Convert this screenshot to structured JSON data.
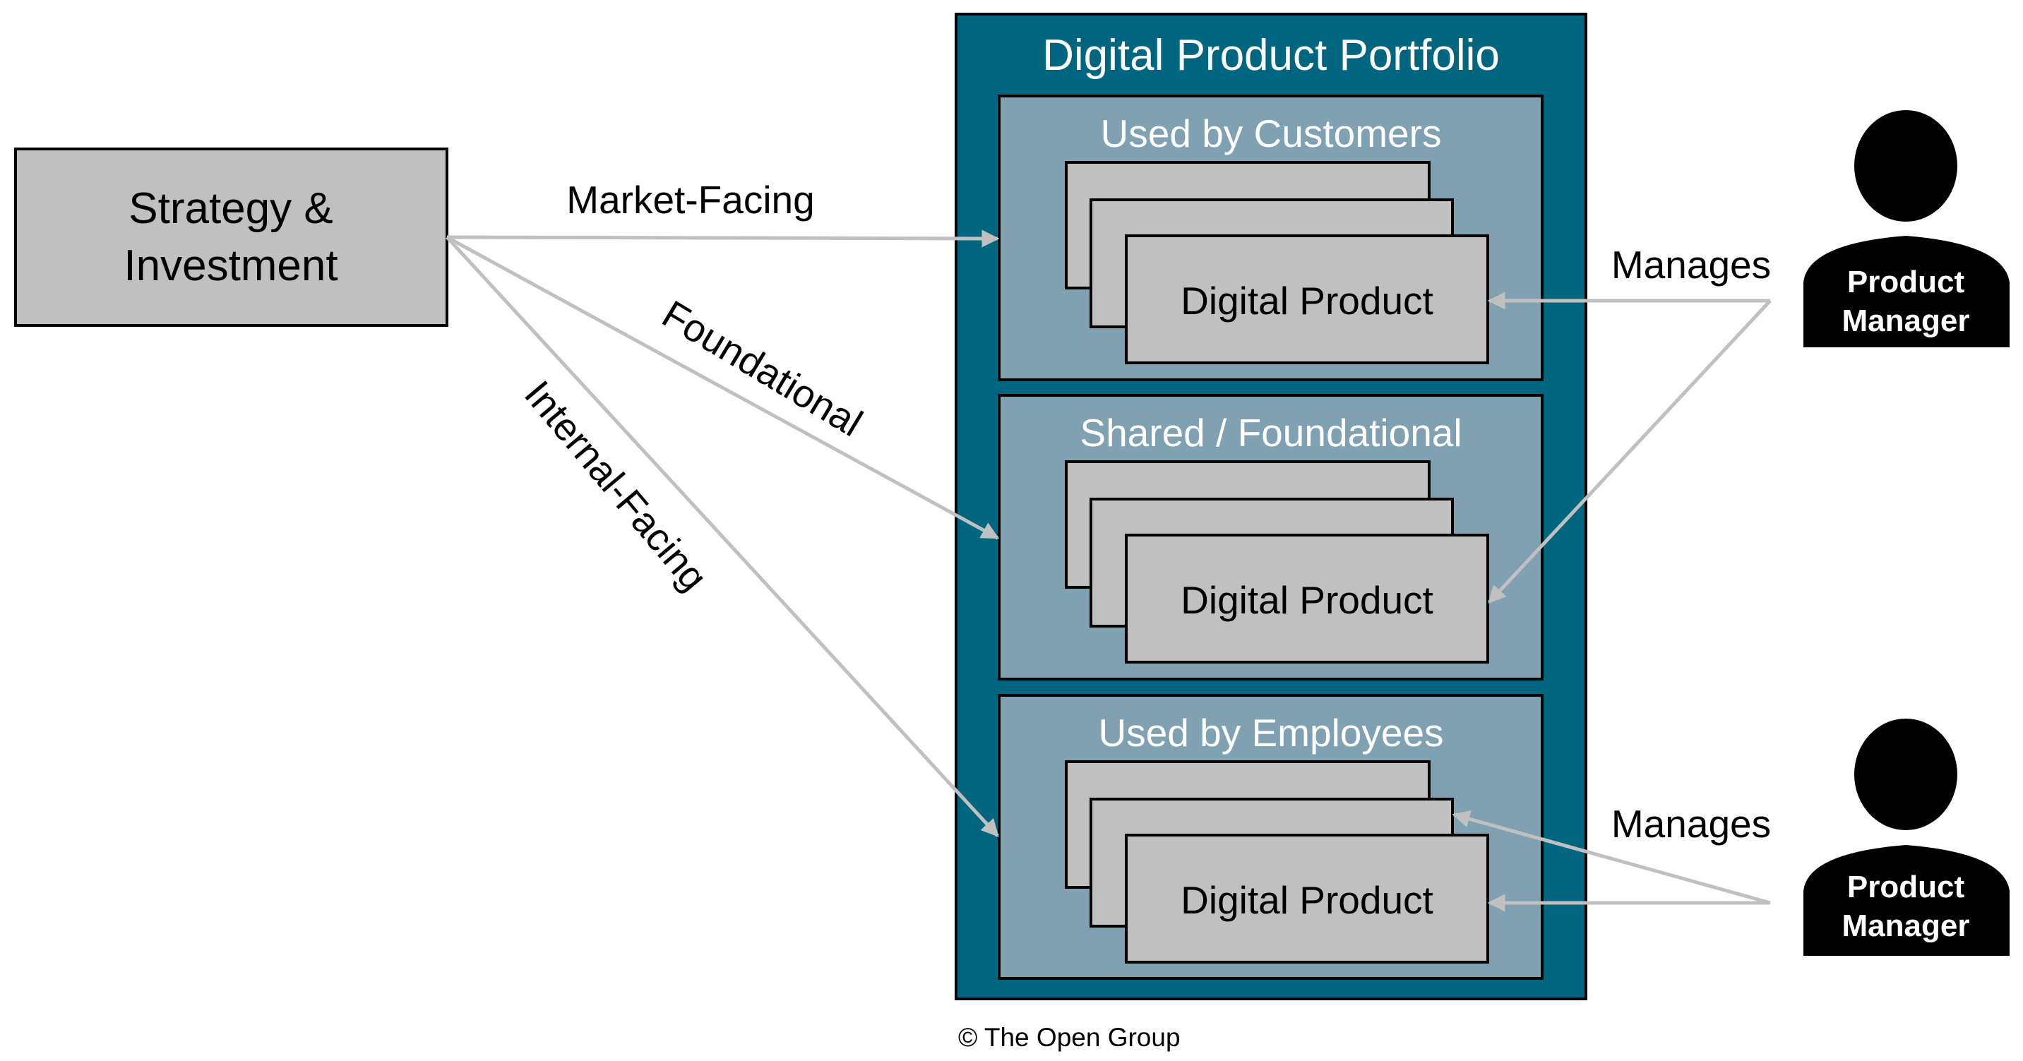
{
  "colors": {
    "portfolio_bg": "#00657F",
    "section_bg": "#7FA1B2",
    "card_bg": "#C0C0C0",
    "strategy_bg": "#C0C0C0",
    "connector": "#C0C0C0",
    "border": "#000000",
    "person": "#000000"
  },
  "strategy": {
    "line1": "Strategy &",
    "line2": "Investment"
  },
  "connectors": {
    "market": "Market-Facing",
    "foundational": "Foundational",
    "internal": "Internal-Facing"
  },
  "portfolio": {
    "title": "Digital Product Portfolio",
    "sections": [
      {
        "title": "Used by Customers",
        "card_label": "Digital Product"
      },
      {
        "title": "Shared / Foundational",
        "card_label": "Digital Product"
      },
      {
        "title": "Used by Employees",
        "card_label": "Digital Product"
      }
    ]
  },
  "managers": [
    {
      "role_line1": "Product",
      "role_line2": "Manager",
      "relation": "Manages",
      "icon": "person-icon"
    },
    {
      "role_line1": "Product",
      "role_line2": "Manager",
      "relation": "Manages",
      "icon": "person-icon"
    }
  ],
  "footer": {
    "copyright": "© The Open Group"
  }
}
